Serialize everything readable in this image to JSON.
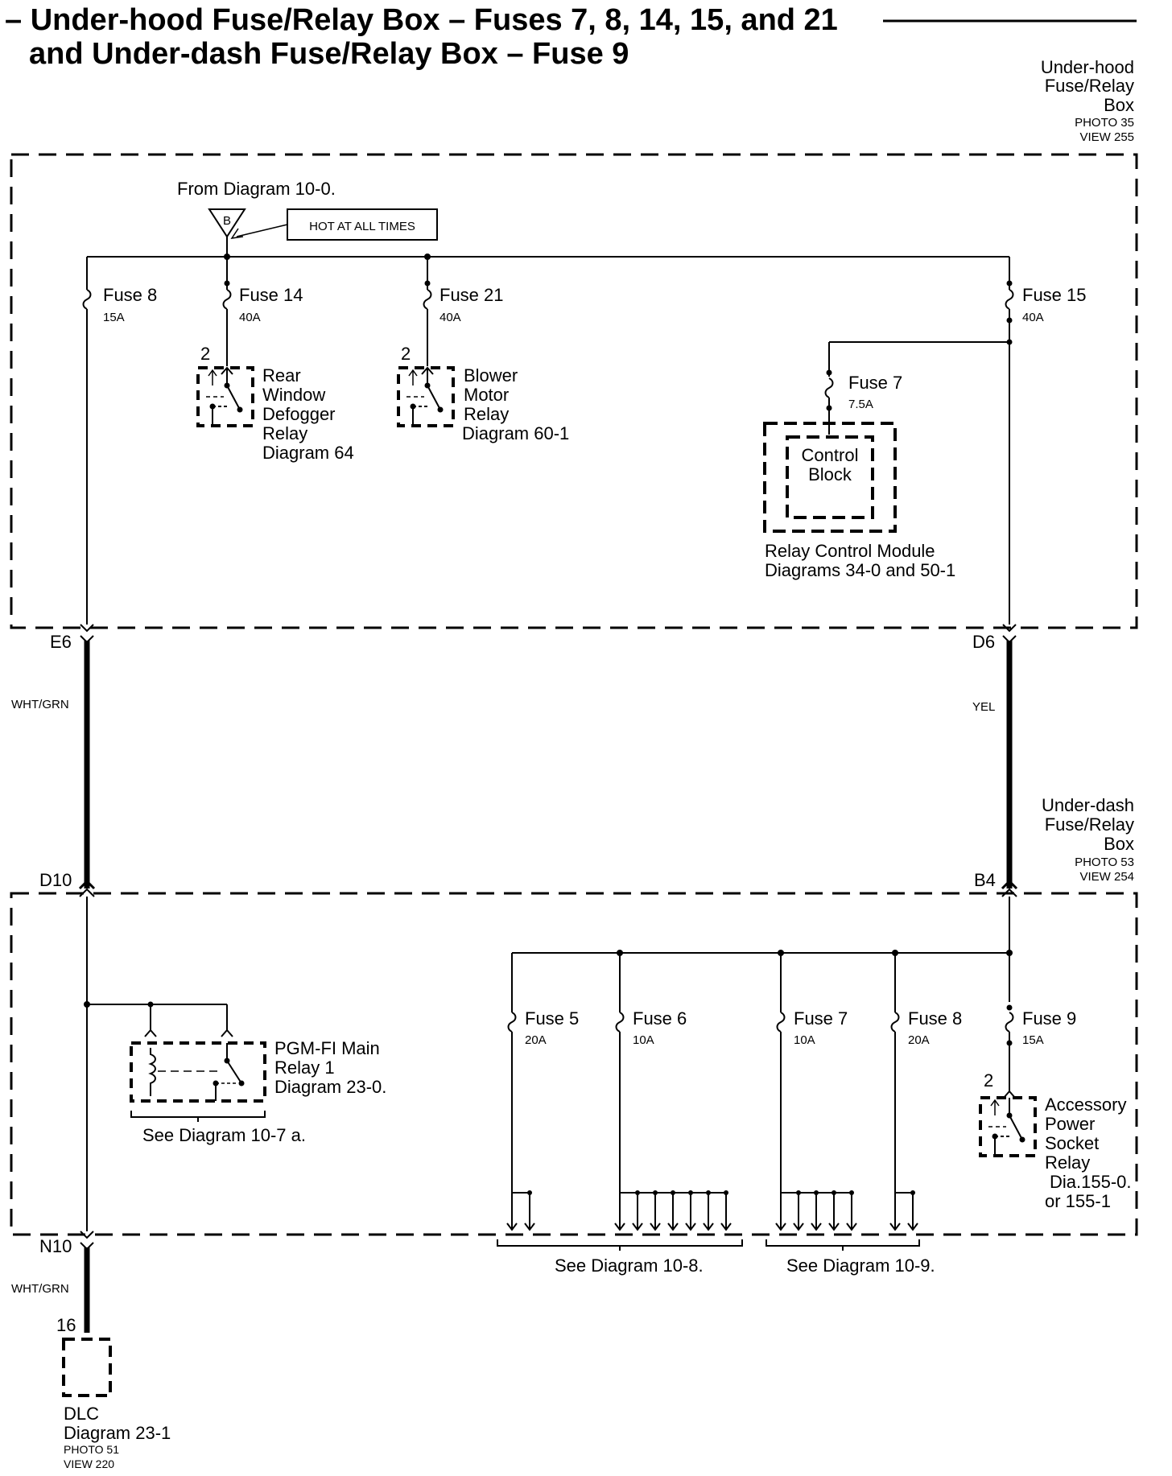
{
  "title": {
    "line1": "– Under-hood Fuse/Relay Box – Fuses 7, 8, 14, 15, and 21",
    "line2": "and Under-dash Fuse/Relay Box – Fuse 9"
  },
  "underhood_box": {
    "name_line1": "Under-hood",
    "name_line2": "Fuse/Relay",
    "name_line3": "Box",
    "photo": "PHOTO 35",
    "view": "VIEW 255"
  },
  "underdash_box": {
    "name_line1": "Under-dash",
    "name_line2": "Fuse/Relay",
    "name_line3": "Box",
    "photo": "PHOTO 53",
    "view": "VIEW 254"
  },
  "source": {
    "from": "From Diagram 10-0.",
    "connector": "B",
    "hot": "HOT AT ALL TIMES"
  },
  "underhood_fuses": {
    "f8": {
      "name": "Fuse 8",
      "rating": "15A"
    },
    "f14": {
      "name": "Fuse 14",
      "rating": "40A"
    },
    "f21": {
      "name": "Fuse 21",
      "rating": "40A"
    },
    "f15": {
      "name": "Fuse 15",
      "rating": "40A"
    },
    "f7": {
      "name": "Fuse 7",
      "rating": "7.5A"
    }
  },
  "rear_relay": {
    "pin": "2",
    "l1": "Rear",
    "l2": "Window",
    "l3": "Defogger",
    "l4": "Relay",
    "l5": "Diagram 64"
  },
  "blower_relay": {
    "pin": "2",
    "l1": "Blower",
    "l2": "Motor",
    "l3": "Relay",
    "l4": "Diagram 60-1"
  },
  "rcm": {
    "block1": "Control",
    "block2": "Block",
    "l1": "Relay Control Module",
    "l2": "Diagrams 34-0 and 50-1"
  },
  "terminals": {
    "e6": "E6",
    "d6": "D6",
    "d10": "D10",
    "b4": "B4",
    "n10": "N10"
  },
  "wires": {
    "left_top": "WHT/GRN",
    "right": "YEL",
    "left_bottom": "WHT/GRN"
  },
  "underdash_fuses": {
    "f5": {
      "name": "Fuse 5",
      "rating": "20A"
    },
    "f6": {
      "name": "Fuse 6",
      "rating": "10A"
    },
    "f7": {
      "name": "Fuse 7",
      "rating": "10A"
    },
    "f8": {
      "name": "Fuse 8",
      "rating": "20A"
    },
    "f9": {
      "name": "Fuse 9",
      "rating": "15A"
    }
  },
  "pgm_relay": {
    "l1": "PGM-FI Main",
    "l2": "Relay 1",
    "l3": "Diagram 23-0.",
    "see": "See Diagram 10-7 a."
  },
  "accessory_relay": {
    "pin": "2",
    "l1": "Accessory",
    "l2": "Power",
    "l3": "Socket",
    "l4": "Relay",
    "l5": "Dia.155-0.",
    "l6": "or 155-1"
  },
  "see_notes": {
    "d108": "See Diagram 10-8.",
    "d109": "See Diagram 10-9."
  },
  "dlc": {
    "pin": "16",
    "l1": "DLC",
    "l2": "Diagram 23-1",
    "photo": "PHOTO 51",
    "view": "VIEW 220"
  }
}
